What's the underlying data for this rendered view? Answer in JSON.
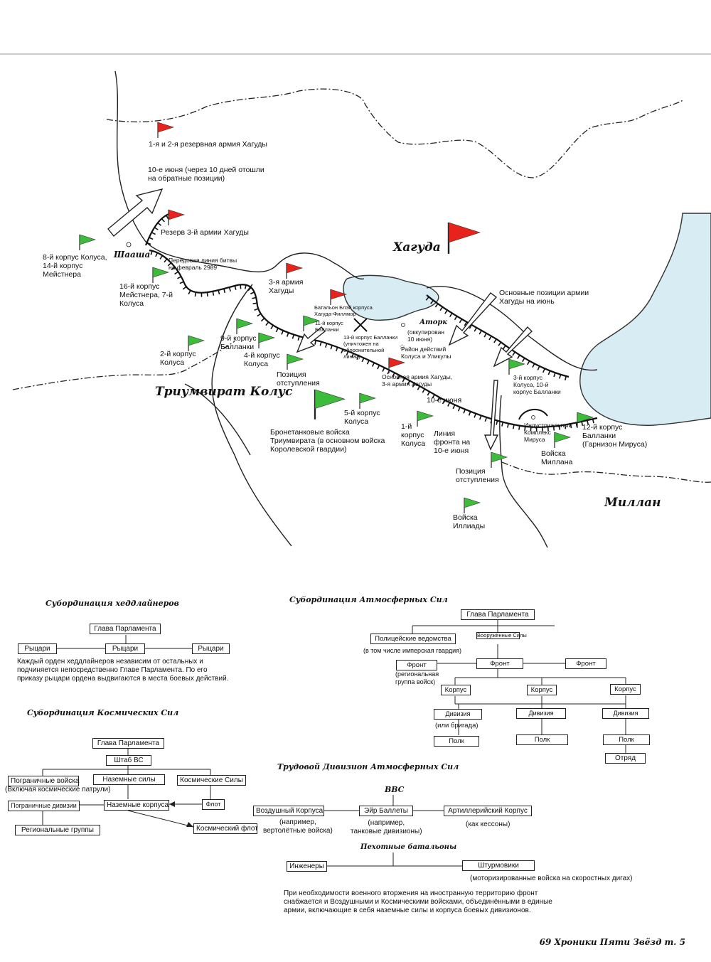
{
  "map": {
    "regions": {
      "hagooda": "Хагуда",
      "triumvirate": "Триумвират Колус",
      "millan": "Миллан",
      "shaasha": "Шааша",
      "ator": "Аторк"
    },
    "labels": {
      "reserve12": "1-я и 2-я резервная армия Хагуды",
      "june10_retreat": "10-е июня (через 10 дней отошли\nна обратные позиции)",
      "reserve3": "Резерв 3-й армии Хагуды",
      "kolus8": "8-й корпус Колуса,\n14-й корпус\nМейстнера",
      "frontline_feb": "Передовая линия битвы\nна февраль 2989",
      "meistner16": "16-й корпус\nМейстнера, 7-й\nКолуса",
      "army3": "3-я армия\nХагуды",
      "blaze_bn": "Батальон Блэй корпуса\nХагуда-Филлмор",
      "ballanki11": "11-й корпус\nБалланки",
      "ballanki13": "13-й корпус Балланки\n(уничтожен на\nоборонительной\nлинии)",
      "ator_occ": "(оккупирован\n10 июня)",
      "kolus_ulikul": "Район действий\nКолуса и Уликулы",
      "main_positions": "Основные позиции армии\nХагуды на июнь",
      "ballanki9": "9-й корпус\nБалланки",
      "kolus2": "2-й корпус\nКолуса",
      "kolus4": "4-й корпус\nКолуса",
      "retreat_pos1": "Позиция\nотступления",
      "main_army": "Основная армия Хагуды,\n3-я армия Хагуды",
      "kolus3": "3-й корпус\nКолуса, 10-й\nкорпус Балланки",
      "june10": "10-е июня",
      "kolus5": "5-й корпус\nКолуса",
      "armored": "Бронетанковые войска\nТриумвирата (в основном войска\nКоролевской гвардии)",
      "kolus1": "1-й\nкорпус\nКолуса",
      "frontline_june": "Линия\nфронта на\n10-е июня",
      "industrial": "Индустриальный\nКомплекс\nМируса",
      "ballanki12": "12-й корпус\nБалланки\n(Гарнизон Мируса)",
      "millan_troops": "Войска\nМиллана",
      "retreat_pos2": "Позиция\nотступления",
      "illiad": "Войска\nИллиады"
    }
  },
  "org": {
    "heddliner": {
      "title": "Субординация хеддлайнеров",
      "head": "Глава Парламента",
      "knights": [
        "Рыцари",
        "Рыцари",
        "Рыцари"
      ],
      "note": "Каждый орден хеддлайнеров независим от остальных и\nподчиняется непосредственно Главе Парламента. По его\nприказу рыцари ордена выдвигаются в места боевых действий."
    },
    "space": {
      "title": "Субординация Космических Сил",
      "head": "Глава Парламента",
      "hq": "Штаб ВС",
      "border": "Пограничные войска",
      "border_note": "(Включая космические патрули)",
      "ground": "Наземные силы",
      "space_forces": "Космические Силы",
      "border_div": "Пограничные дивизии",
      "ground_corps": "Наземные корпуса",
      "fleet": "Флот",
      "regional": "Региональные группы",
      "space_fleet": "Космический флот"
    },
    "atmo": {
      "title": "Субординация Атмосферных Сил",
      "head": "Глава Парламента",
      "police": "Полицейские ведомства",
      "police_note": "(в том числе имперская гвардия)",
      "armed": "Вооружённые\nСилы",
      "front": "Фронт",
      "front_left": "Фронт",
      "front_note": "(региональная\nгруппа войск)",
      "corps": [
        "Корпус",
        "Корпус",
        "Корпус"
      ],
      "divisions": [
        "Дивизия",
        "Дивизия",
        "Дивизия"
      ],
      "division_note": "(или бригада)",
      "regiments": [
        "Полк",
        "Полк",
        "Полк"
      ],
      "squad": "Отряд"
    },
    "labor": {
      "title": "Трудовой Дивизион Атмосферных Сил",
      "vvs": "ВВС",
      "air": "Воздушный Корпуса",
      "air_note": "(например,\nвертолётные войска)",
      "airballet": "Эйр Баллеты",
      "airballet_note": "(например,\nтанковые дивизионы)",
      "artillery": "Артиллерийский Корпус",
      "artillery_note": "(как кессоны)",
      "infantry": "Пехотные батальоны",
      "engineers": "Инженеры",
      "assault": "Штурмовики",
      "assault_note": "(моторизированные войска на скоростных дигах)",
      "note": "При необходимости военного вторжения на иностранную территорию фронт\nснабжается и Воздушными и Космическими войсками, объединёнными в единые\nармии, включающие в себя наземные силы и корпуса боевых дивизионов."
    }
  },
  "footer": "69 Хроники Пяти Звёзд т. 5",
  "colors": {
    "hagooda_flag": "#e8231c",
    "kolus_flag": "#3dbb3a",
    "sea": "#d8ecf4"
  }
}
